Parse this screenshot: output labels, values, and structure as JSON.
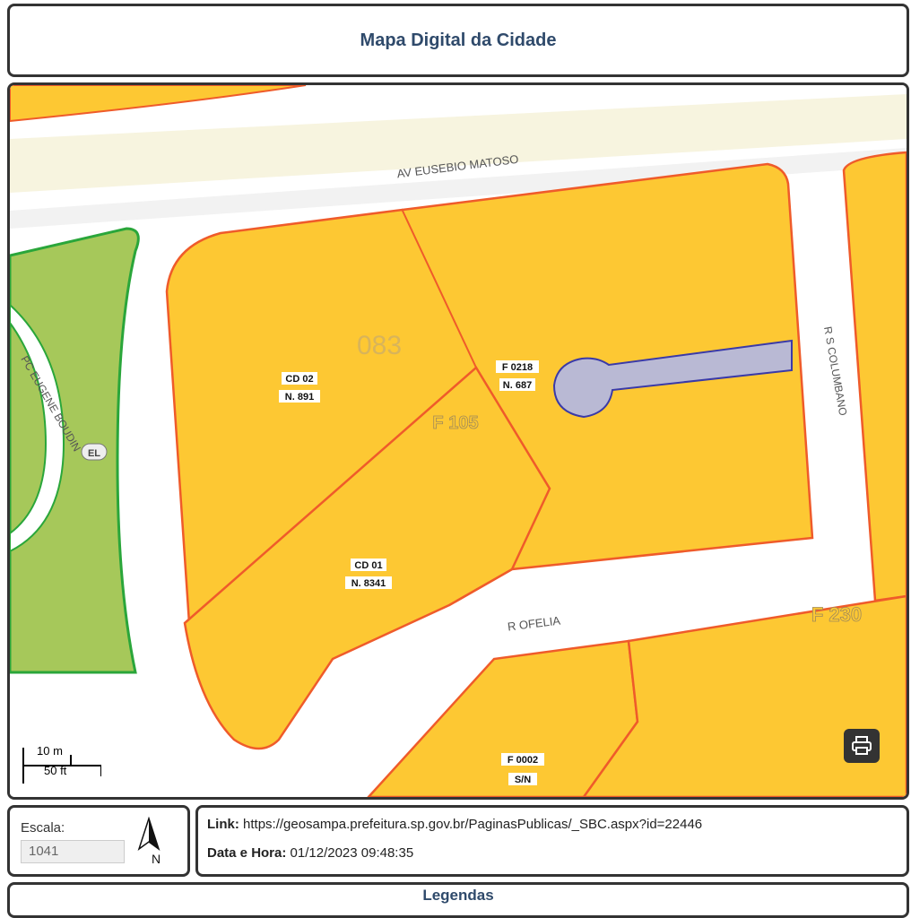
{
  "header": {
    "title": "Mapa Digital da Cidade"
  },
  "map": {
    "streets": {
      "av_eusebio": "AV  EUSEBIO MATOSO",
      "r_columbano": "R  S  COLUMBANO",
      "r_ofelia": "R  OFELIA",
      "pc_eugene": "PC  EUGENE  BOUDIN"
    },
    "quadra": "083",
    "setor_labels": {
      "f105": "F 105",
      "f230": "F 230"
    },
    "lots": [
      {
        "code": "CD 02",
        "num": "N. 891"
      },
      {
        "code": "F 0218",
        "num": "N. 687"
      },
      {
        "code": "CD 01",
        "num": "N. 8341"
      },
      {
        "code": "F 0002",
        "num": "S/N"
      }
    ],
    "el_label": "EL",
    "scale_bar": {
      "metric": "10 m",
      "imperial": "50 ft"
    },
    "colors": {
      "lot_fill": "#fdc833",
      "lot_border": "#ef5b2a",
      "green_fill": "#a6c85a",
      "green_border": "#2aa63a",
      "street": "#ffffff",
      "sidewalk": "#f7f4df",
      "highlight_fill": "#b9b9d4",
      "highlight_border": "#3a3aa8"
    }
  },
  "escala": {
    "label": "Escala:",
    "value": "1041",
    "north": "N"
  },
  "info": {
    "link_label": "Link:",
    "link_value": " https://geosampa.prefeitura.sp.gov.br/PaginasPublicas/_SBC.aspx?id=22446",
    "date_label": "Data e Hora:",
    "date_value": " 01/12/2023 09:48:35"
  },
  "legend": {
    "title": "Legendas"
  }
}
